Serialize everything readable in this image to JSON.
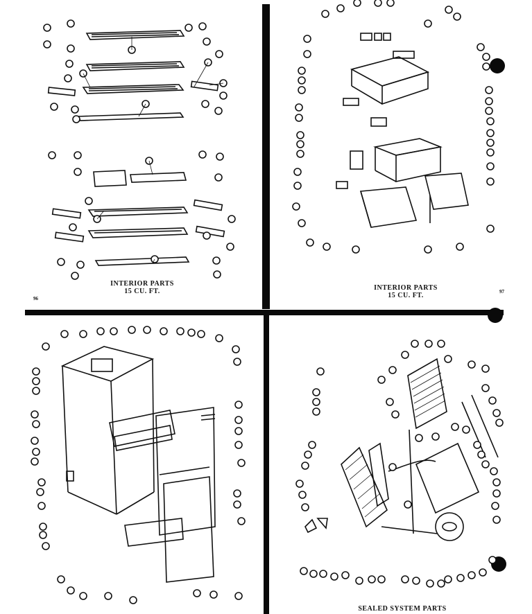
{
  "quadrants": {
    "top_left": {
      "caption_line1": "INTERIOR PARTS",
      "caption_line2": "15 CU. FT.",
      "page_number": "96"
    },
    "top_right": {
      "caption_line1": "INTERIOR PARTS",
      "caption_line2": "15 CU. FT.",
      "page_number": "97"
    },
    "bottom_left": {},
    "bottom_right": {
      "caption_line1": "SEALED SYSTEM PARTS"
    }
  },
  "colors": {
    "ink": "#111111",
    "paper": "#ffffff",
    "divider": "#0a0a0a"
  }
}
